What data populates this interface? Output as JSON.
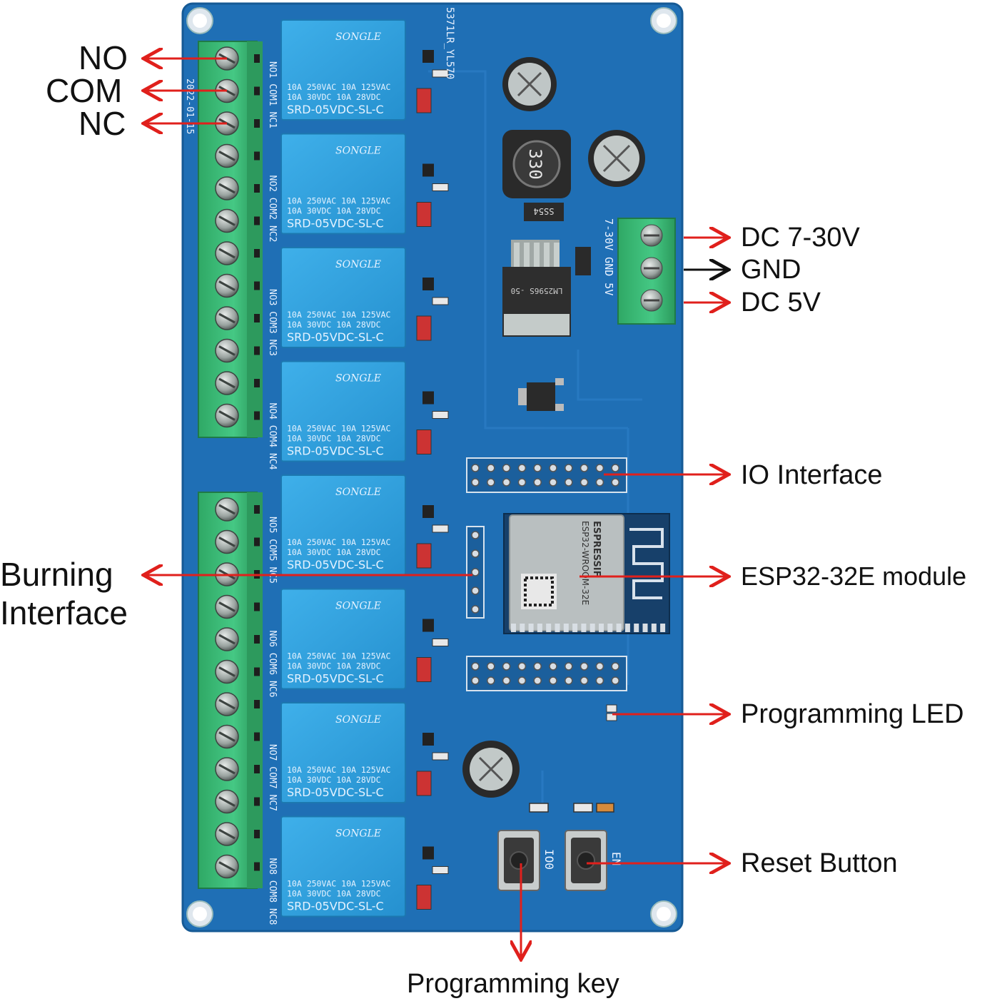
{
  "callouts": {
    "no": "NO",
    "com": "COM",
    "nc": "NC",
    "burning_line1": "Burning",
    "burning_line2": "Interface",
    "dc_7_30v": "DC 7-30V",
    "gnd": "GND",
    "dc_5v": "DC 5V",
    "io_interface": "IO Interface",
    "esp32_module": "ESP32-32E module",
    "programming_led": "Programming LED",
    "reset_button": "Reset Button",
    "programming_key": "Programming key"
  },
  "board": {
    "part_number": "5371LR_YL570",
    "date_code": "2022-01-15",
    "inductor_marking": "330",
    "regulator_marking": "LM2596S -50",
    "diode_marking": "SS54",
    "power_terminal_label": "7-30V GND 5V",
    "esp_brand": "ESPRESSIF",
    "esp_model": "ESP32-WROOM-32E",
    "io0_label": "IO0",
    "en_label": "EN",
    "relays": [
      {
        "brand": "SONGLE",
        "line1": "10A 250VAC  10A 125VAC",
        "line2": "10A 30VDC  10A 28VDC",
        "model": "SRD-05VDC-SL-C",
        "terminals": "NO1 COM1 NC1"
      },
      {
        "brand": "SONGLE",
        "line1": "10A 250VAC  10A 125VAC",
        "line2": "10A 30VDC  10A 28VDC",
        "model": "SRD-05VDC-SL-C",
        "terminals": "NO2 COM2 NC2"
      },
      {
        "brand": "SONGLE",
        "line1": "10A 250VAC  10A 125VAC",
        "line2": "10A 30VDC  10A 28VDC",
        "model": "SRD-05VDC-SL-C",
        "terminals": "NO3 COM3 NC3"
      },
      {
        "brand": "SONGLE",
        "line1": "10A 250VAC  10A 125VAC",
        "line2": "10A 30VDC  10A 28VDC",
        "model": "SRD-05VDC-SL-C",
        "terminals": "NO4 COM4 NC4"
      },
      {
        "brand": "SONGLE",
        "line1": "10A 250VAC  10A 125VAC",
        "line2": "10A 30VDC  10A 28VDC",
        "model": "SRD-05VDC-SL-C",
        "terminals": "NO5 COM5 NC5"
      },
      {
        "brand": "SONGLE",
        "line1": "10A 250VAC  10A 125VAC",
        "line2": "10A 30VDC  10A 28VDC",
        "model": "SRD-05VDC-SL-C",
        "terminals": "NO6 COM6 NC6"
      },
      {
        "brand": "SONGLE",
        "line1": "10A 250VAC  10A 125VAC",
        "line2": "10A 30VDC  10A 28VDC",
        "model": "SRD-05VDC-SL-C",
        "terminals": "NO7 COM7 NC7"
      },
      {
        "brand": "SONGLE",
        "line1": "10A 250VAC  10A 125VAC",
        "line2": "10A 30VDC  10A 28VDC",
        "model": "SRD-05VDC-SL-C",
        "terminals": "NO8 COM8 NC8"
      }
    ]
  },
  "colors": {
    "pcb": "#1f6fb5",
    "pcb_dark": "#18598f",
    "relay": "#2fa0dc",
    "terminal": "#3cbf7a",
    "arrow_red": "#e0201c",
    "arrow_black": "#111111"
  }
}
